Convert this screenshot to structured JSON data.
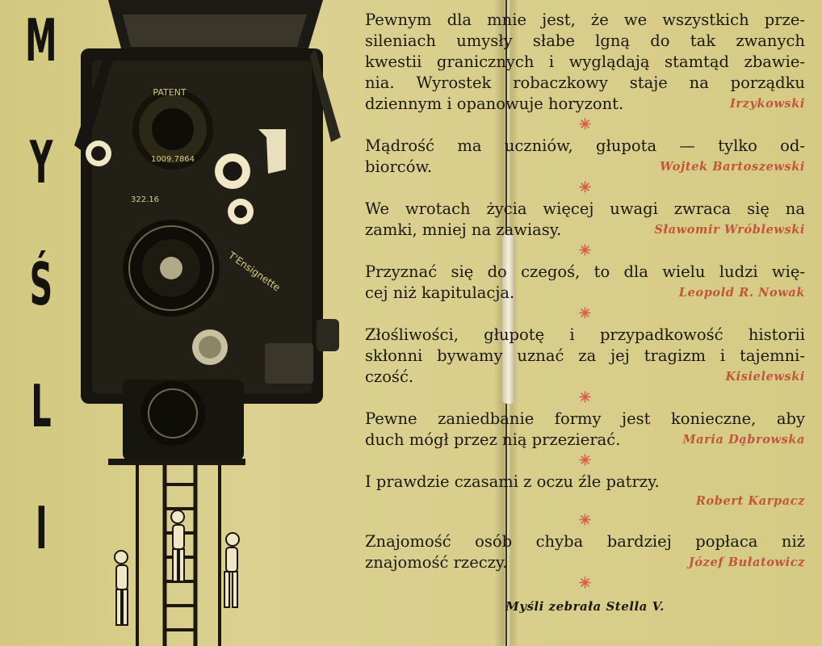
{
  "title_letters": [
    "M",
    "Y",
    "Ś",
    "L",
    "I"
  ],
  "camera_labels": {
    "patent": "PATENT",
    "number": "1009.7864",
    "model": "T'Ensignette",
    "lens": "322.16"
  },
  "thoughts": [
    {
      "lines": [
        "Pewnym dla mnie jest, że we wszystkich prze-",
        "sileniach umysły słabe lgną do tak zwanych",
        "kwestii granicznych i wyglądają stamtąd zbawie-",
        "nia. Wyrostek robaczkowy staje na porządku",
        "dziennym i opanowuje horyzont."
      ],
      "author": "Irzykowski"
    },
    {
      "lines": [
        "Mądrość ma uczniów, głupota — tylko od-",
        "biorców."
      ],
      "author": "Wojtek Bartoszewski"
    },
    {
      "lines": [
        "We wrotach życia więcej uwagi zwraca się na",
        "zamki, mniej na zawiasy."
      ],
      "author": "Sławomir Wróblewski"
    },
    {
      "lines": [
        "Przyznać się do czegoś, to dla wielu ludzi wię-",
        "cej niż kapitulacja."
      ],
      "author": "Leopold R. Nowak"
    },
    {
      "lines": [
        "Złośliwości, głupotę i przypadkowość historii",
        "skłonni bywamy uznać za jej tragizm i tajemni-",
        "czość."
      ],
      "author": "Kisielewski"
    },
    {
      "lines": [
        "Pewne zaniedbanie formy jest konieczne, aby",
        "duch mógł przez nią przezierać."
      ],
      "author": "Maria Dąbrowska"
    },
    {
      "lines": [
        "I prawdzie czasami z oczu źle patrzy."
      ],
      "author": "Robert Karpacz",
      "author_own_line": true
    },
    {
      "lines": [
        "Znajomość osób chyba bardziej popłaca niż",
        "znajomość rzeczy."
      ],
      "author": "Józef Bułatowicz"
    }
  ],
  "separator": "✳",
  "credit": "Myśli zebrała Stella V.",
  "colors": {
    "paper": "#d8cd88",
    "ink": "#1b1812",
    "author": "#c2543e",
    "star": "#d2604a"
  }
}
